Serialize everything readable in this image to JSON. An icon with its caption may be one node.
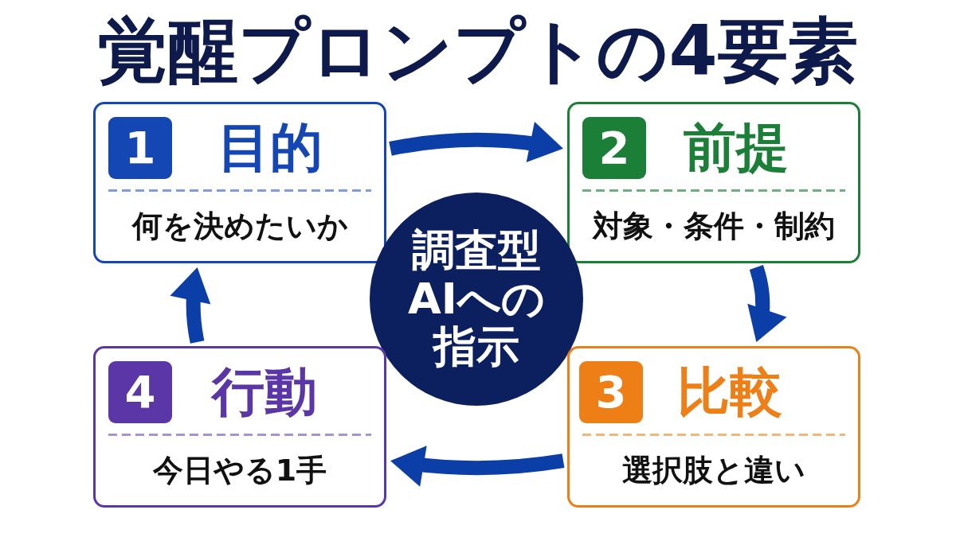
{
  "diagram": {
    "title": "覚醒プロンプトの4要素",
    "nodes": [
      {
        "text": [
          "目的",
          "何を決めたいか"
        ]
      },
      {
        "text": [
          "1"
        ],
        "in": 0
      },
      {
        "text": [
          "前提",
          "対象・条件・制約"
        ]
      },
      {
        "text": [
          "2"
        ],
        "in": 2
      },
      {
        "text": [
          "調査型AIへの指示"
        ]
      },
      {
        "text": [
          "比較",
          "選択肢と違い"
        ]
      },
      {
        "text": [
          "3"
        ],
        "in": 5
      },
      {
        "text": [
          "行動",
          "今日やる1手"
        ]
      },
      {
        "text": [
          "4"
        ],
        "in": 7
      }
    ],
    "edges": [
      {
        "from": 0,
        "to": 2,
        "arrow": "to"
      },
      {
        "from": 2,
        "to": 5,
        "arrow": "to"
      },
      {
        "from": 5,
        "to": 7,
        "arrow": "to"
      },
      {
        "from": 7,
        "to": 0,
        "arrow": "to"
      }
    ]
  }
}
